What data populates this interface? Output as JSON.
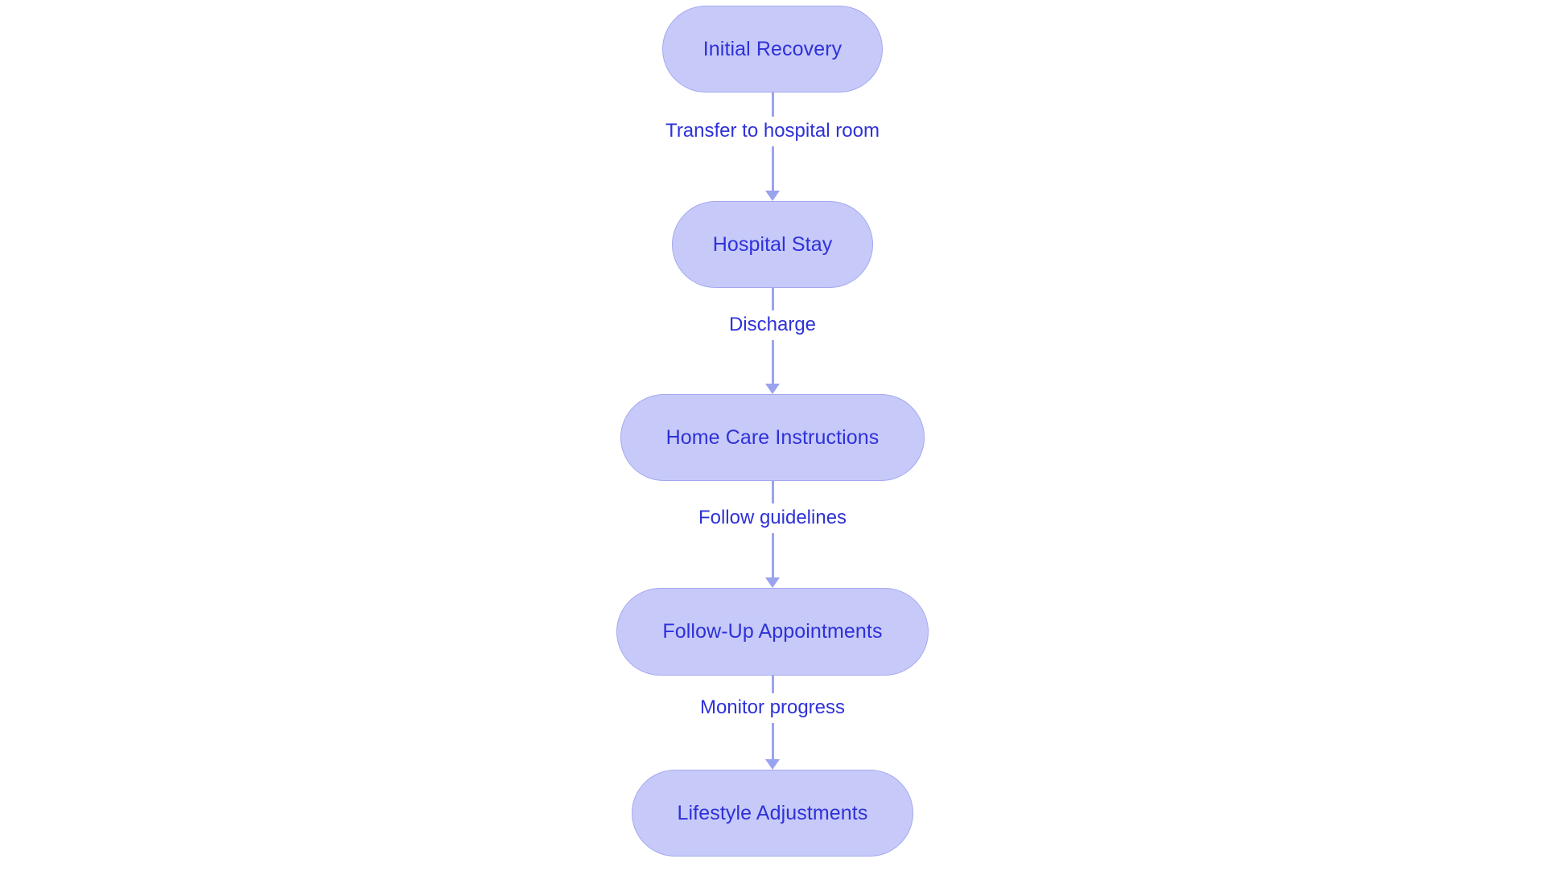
{
  "diagram": {
    "type": "flowchart",
    "orientation": "vertical",
    "background_color": "#ffffff",
    "node_fill_color": "#c7caf9",
    "node_border_color": "#a3a8ef",
    "node_text_color": "#2e31d8",
    "edge_line_color": "#9aa3f0",
    "edge_label_color": "#2e31d8",
    "nodes": [
      {
        "id": "initial-recovery",
        "label": "Initial Recovery"
      },
      {
        "id": "hospital-stay",
        "label": "Hospital Stay"
      },
      {
        "id": "home-care-instructions",
        "label": "Home Care Instructions"
      },
      {
        "id": "follow-up-appointments",
        "label": "Follow-Up Appointments"
      },
      {
        "id": "lifestyle-adjustments",
        "label": "Lifestyle Adjustments"
      }
    ],
    "edges": [
      {
        "id": "edge-transfer",
        "from": "initial-recovery",
        "to": "hospital-stay",
        "label": "Transfer to hospital room"
      },
      {
        "id": "edge-discharge",
        "from": "hospital-stay",
        "to": "home-care-instructions",
        "label": "Discharge"
      },
      {
        "id": "edge-follow-guidelines",
        "from": "home-care-instructions",
        "to": "follow-up-appointments",
        "label": "Follow guidelines"
      },
      {
        "id": "edge-monitor-progress",
        "from": "follow-up-appointments",
        "to": "lifestyle-adjustments",
        "label": "Monitor progress"
      }
    ]
  }
}
